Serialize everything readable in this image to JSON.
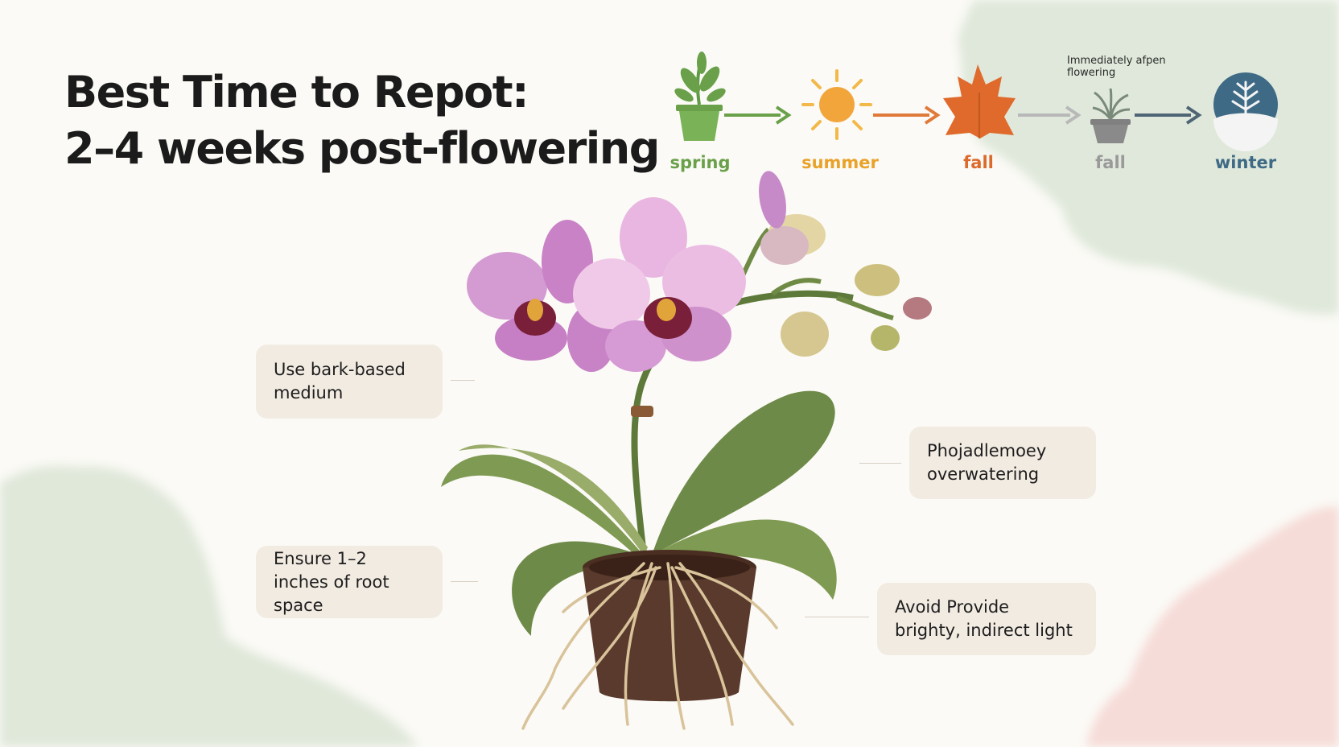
{
  "title": {
    "line1": "Best Time to Repot:",
    "line2": "2–4 weeks post-flowering"
  },
  "timeline": {
    "note": "Immediately afpen flowering",
    "stages": [
      {
        "label": "spring",
        "icon": "potted-plant-icon",
        "color": "#6aa04a"
      },
      {
        "label": "summer",
        "icon": "sun-icon",
        "color": "#e9a22a"
      },
      {
        "label": "fall",
        "icon": "maple-leaf-icon",
        "color": "#dd6a2a"
      },
      {
        "label": "fall",
        "icon": "wilted-plant-icon",
        "color": "#9a9a9a"
      },
      {
        "label": "winter",
        "icon": "snowflake-branch-icon",
        "color": "#3e6a86"
      }
    ]
  },
  "callouts": {
    "bark_medium": "Use bark-based medium",
    "overwatering": "Phojadlemoey overwatering",
    "root_space": "Ensure 1–2 inches of root space",
    "light": "Avoid Provide brighty, indirect light"
  },
  "illustration": {
    "subject": "phalaenopsis-orchid-icon",
    "petal_color": "#d9a8d6",
    "lip_color": "#7a1f3a",
    "leaf_color": "#7f9a52",
    "pot_color": "#5a3a2c",
    "root_color": "#d9c39a"
  }
}
